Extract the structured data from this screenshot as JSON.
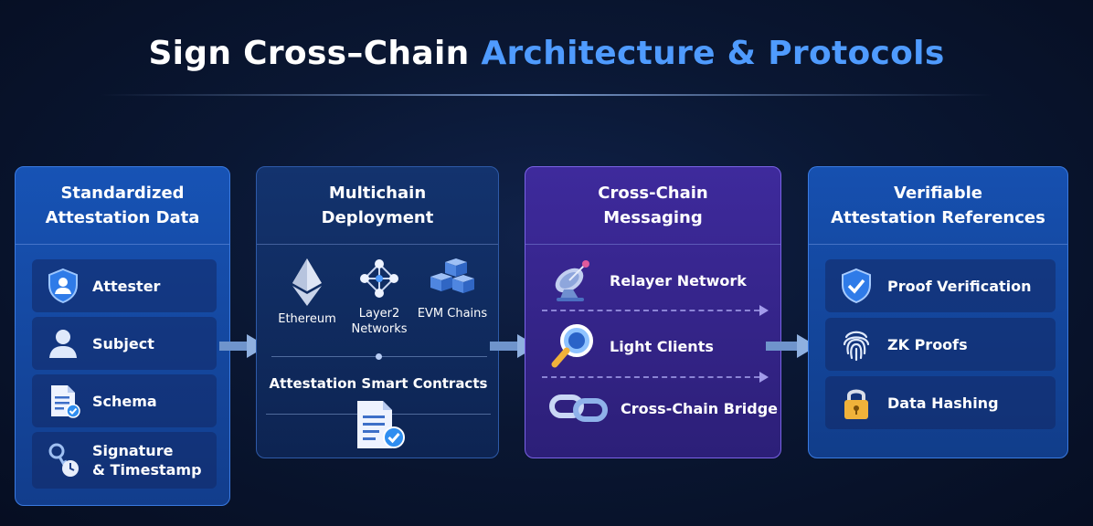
{
  "title": {
    "part1": "Sign Cross–Chain ",
    "part2": "Architecture & Protocols"
  },
  "columns": [
    {
      "title_line1": "Standardized",
      "title_line2": "Attestation Data",
      "items": [
        {
          "label": "Attester",
          "icon": "shield-user-icon"
        },
        {
          "label": "Subject",
          "icon": "user-icon"
        },
        {
          "label": "Schema",
          "icon": "document-icon"
        },
        {
          "label_line1": "Signature",
          "label_line2": "& Timestamp",
          "icon": "key-clock-icon"
        }
      ]
    },
    {
      "title_line1": "Multichain",
      "title_line2": "Deployment",
      "chains": [
        {
          "label": "Ethereum",
          "icon": "ethereum-icon"
        },
        {
          "label_line1": "Layer2",
          "label_line2": "Networks",
          "icon": "network-icon"
        },
        {
          "label": "EVM Chains",
          "icon": "cubes-icon"
        }
      ],
      "contracts_label": "Attestation Smart Contracts"
    },
    {
      "title_line1": "Cross-Chain",
      "title_line2": "Messaging",
      "items": [
        {
          "label": "Relayer Network",
          "icon": "satellite-dish-icon"
        },
        {
          "label": "Light Clients",
          "icon": "magnifier-icon"
        },
        {
          "label": "Cross-Chain Bridge",
          "icon": "chain-link-icon"
        }
      ]
    },
    {
      "title_line1": "Verifiable",
      "title_line2": "Attestation References",
      "items": [
        {
          "label": "Proof Verification",
          "icon": "shield-check-icon"
        },
        {
          "label": "ZK Proofs",
          "icon": "fingerprint-icon"
        },
        {
          "label": "Data Hashing",
          "icon": "lock-icon"
        }
      ]
    }
  ],
  "colors": {
    "accent": "#4f9bff",
    "background": "#0a1733",
    "messaging": "#3e2a9c"
  }
}
